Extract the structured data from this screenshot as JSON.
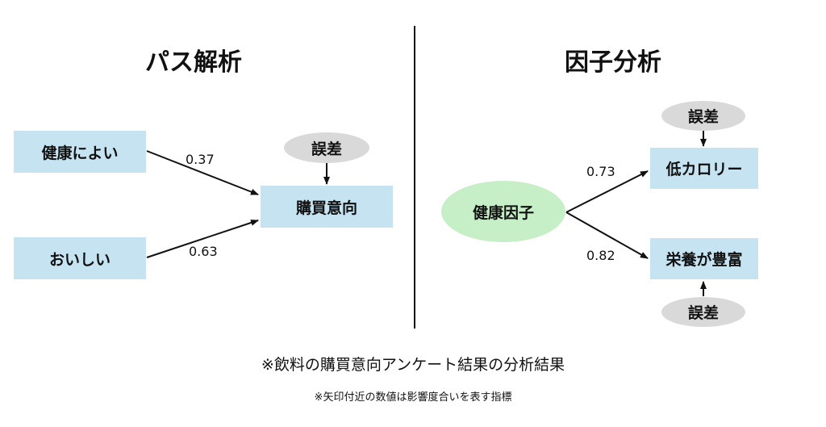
{
  "path_analysis": {
    "title": "パス解析",
    "inputs": [
      "健康によい",
      "おいしい"
    ],
    "output": "購買意向",
    "error": "誤差",
    "coefficients": [
      "0.37",
      "0.63"
    ]
  },
  "factor_analysis": {
    "title": "因子分析",
    "factor": "健康因子",
    "outputs": [
      "低カロリー",
      "栄養が豊富"
    ],
    "errors": [
      "誤差",
      "誤差"
    ],
    "coefficients": [
      "0.73",
      "0.82"
    ]
  },
  "caption": "※飲料の購買意向アンケート結果の分析結果",
  "note": "※矢印付近の数値は影響度合いを表す指標"
}
